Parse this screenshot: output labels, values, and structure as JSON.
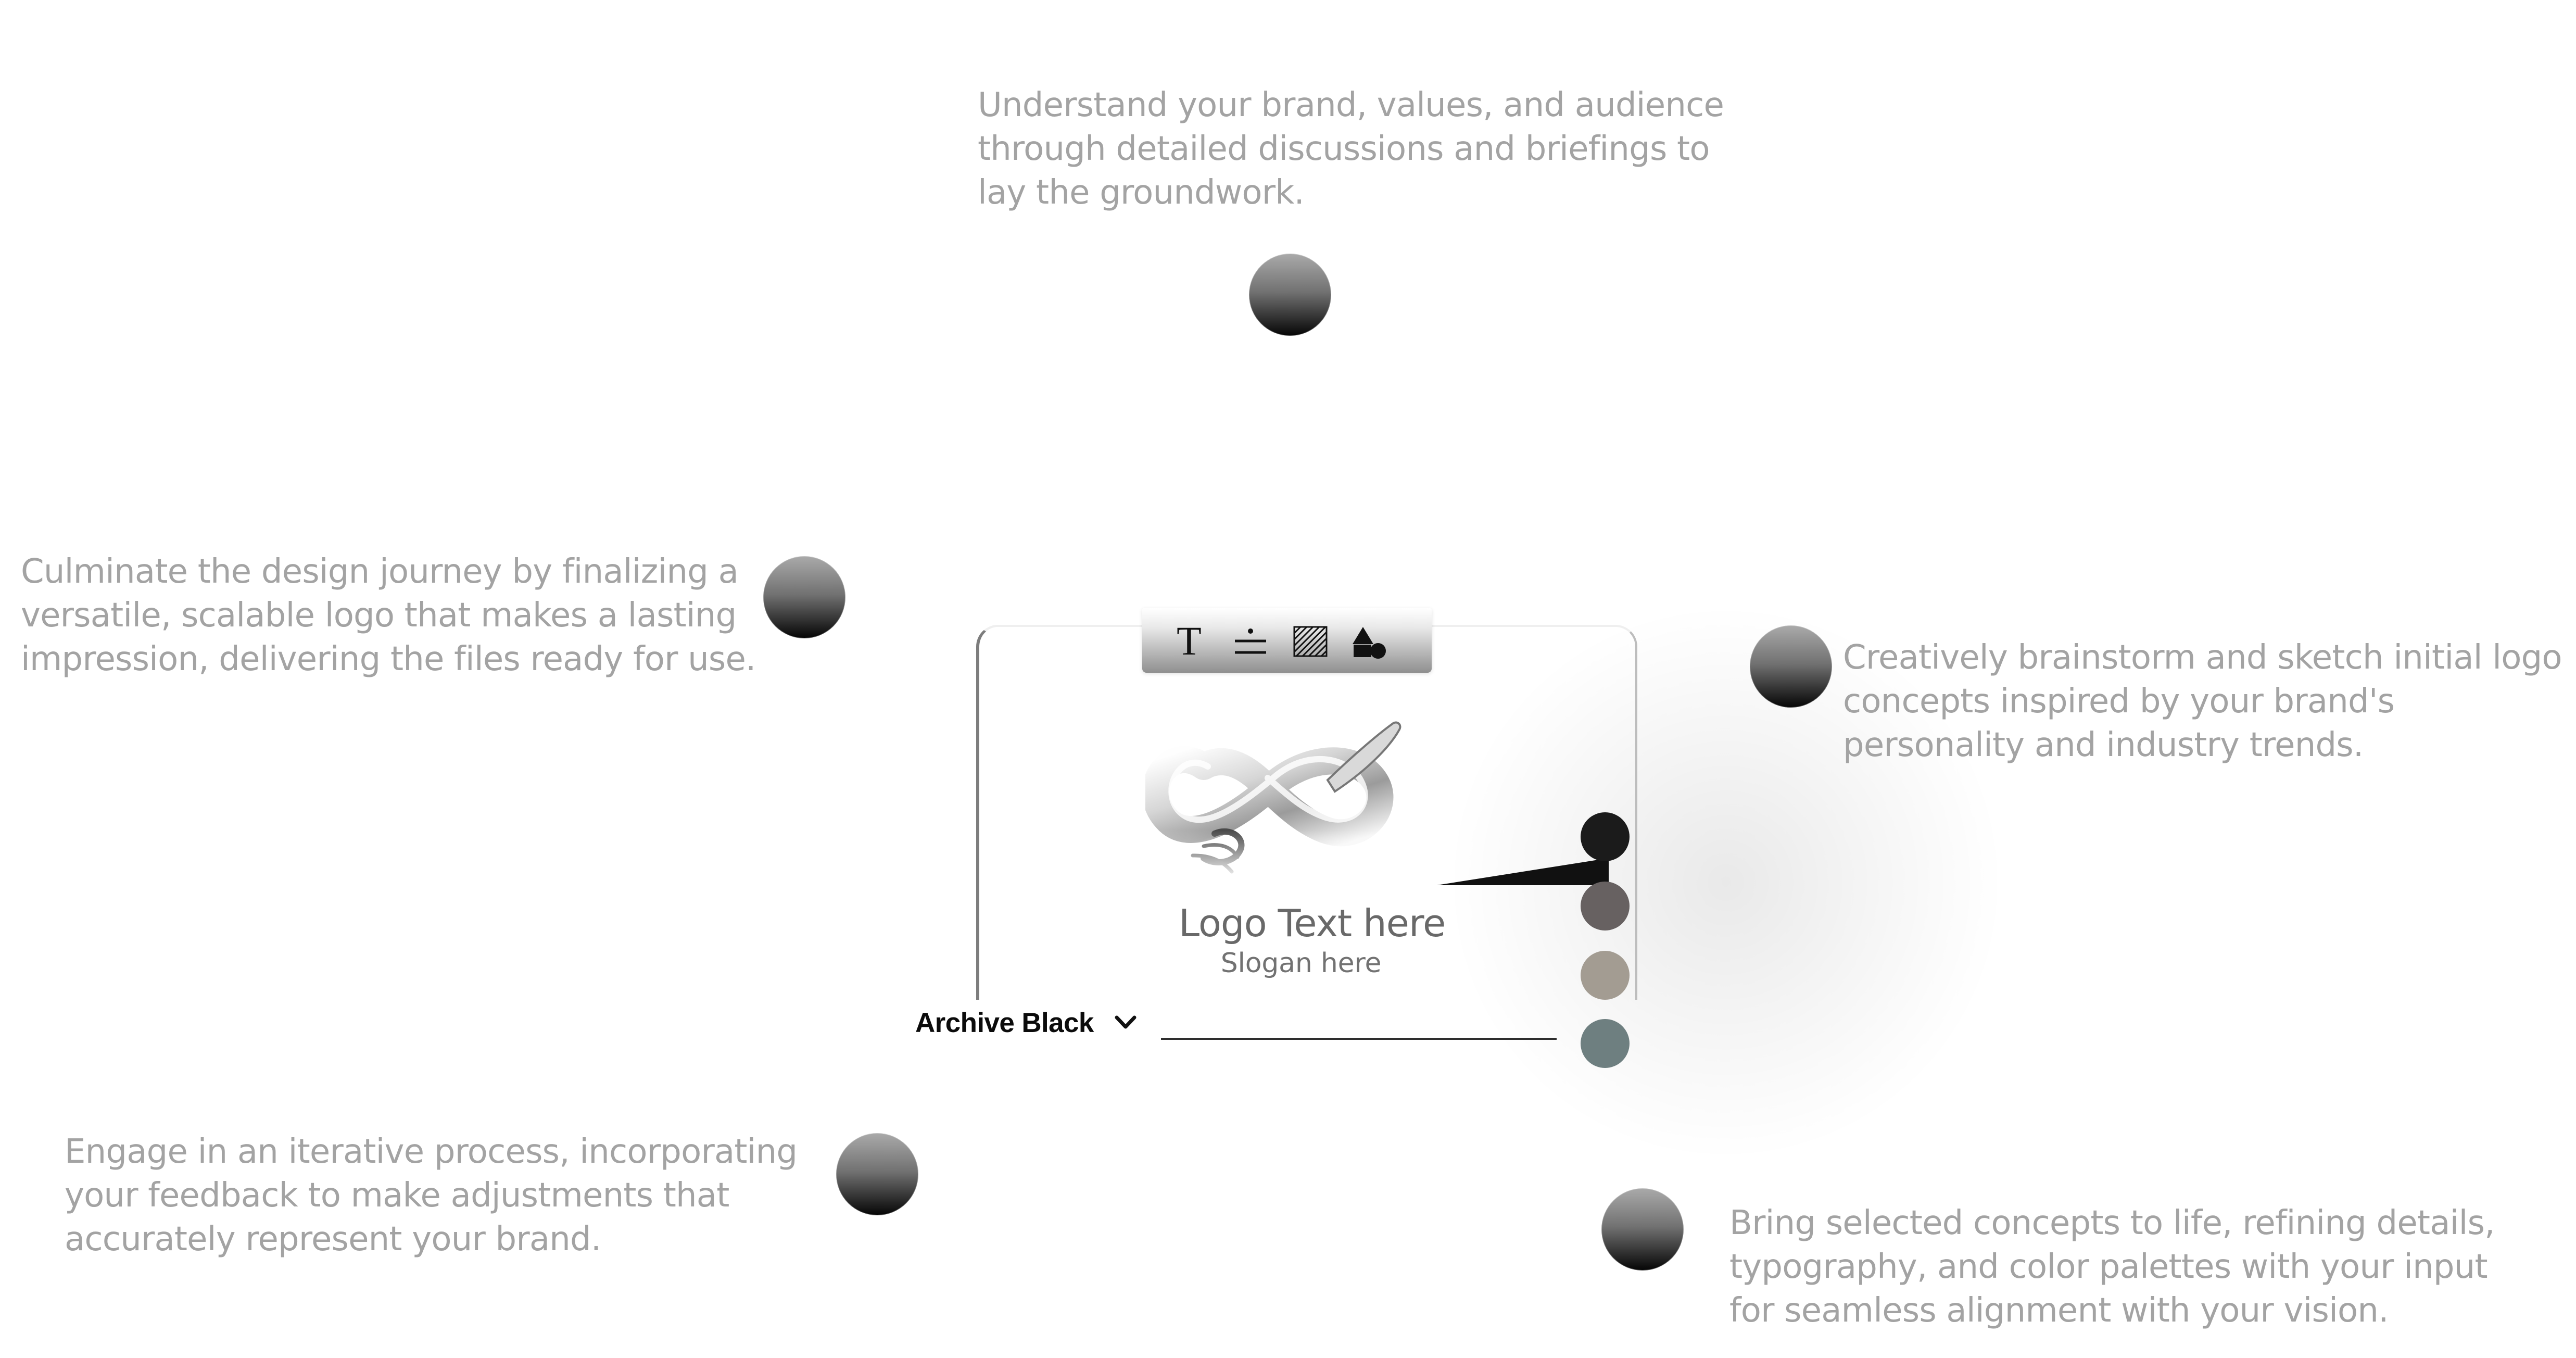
{
  "steps": [
    {
      "lines": [
        "Understand your brand, values, and audience",
        "through detailed discussions and briefings to",
        "lay the groundwork."
      ]
    },
    {
      "lines": [
        "Culminate the design journey by finalizing a",
        "versatile, scalable logo that makes a lasting",
        "impression, delivering the files ready for use."
      ]
    },
    {
      "lines": [
        " Creatively brainstorm and sketch initial logo",
        "concepts inspired by your brand's",
        "personality and industry trends."
      ]
    },
    {
      "lines": [
        " Engage in an iterative process, incorporating",
        "your feedback to make adjustments that",
        "accurately represent your brand."
      ]
    },
    {
      "lines": [
        "Bring selected concepts to life, refining details,",
        "typography, and color palettes with your input",
        "for seamless alignment with your vision."
      ]
    }
  ],
  "logo": {
    "title": "Logo Text here",
    "slogan": "Slogan  here"
  },
  "font_select": {
    "label": "Archive Black"
  },
  "toolbar": {
    "tools": [
      "text-tool-icon",
      "spacing-tool-icon",
      "pattern-tool-icon",
      "shapes-tool-icon"
    ]
  },
  "palette": {
    "colors": [
      "#1b1b1b",
      "#676161",
      "#a39c92",
      "#6e7f80"
    ]
  },
  "dot_gradient": [
    "#aaaaaa",
    "#717171",
    "#050505"
  ]
}
